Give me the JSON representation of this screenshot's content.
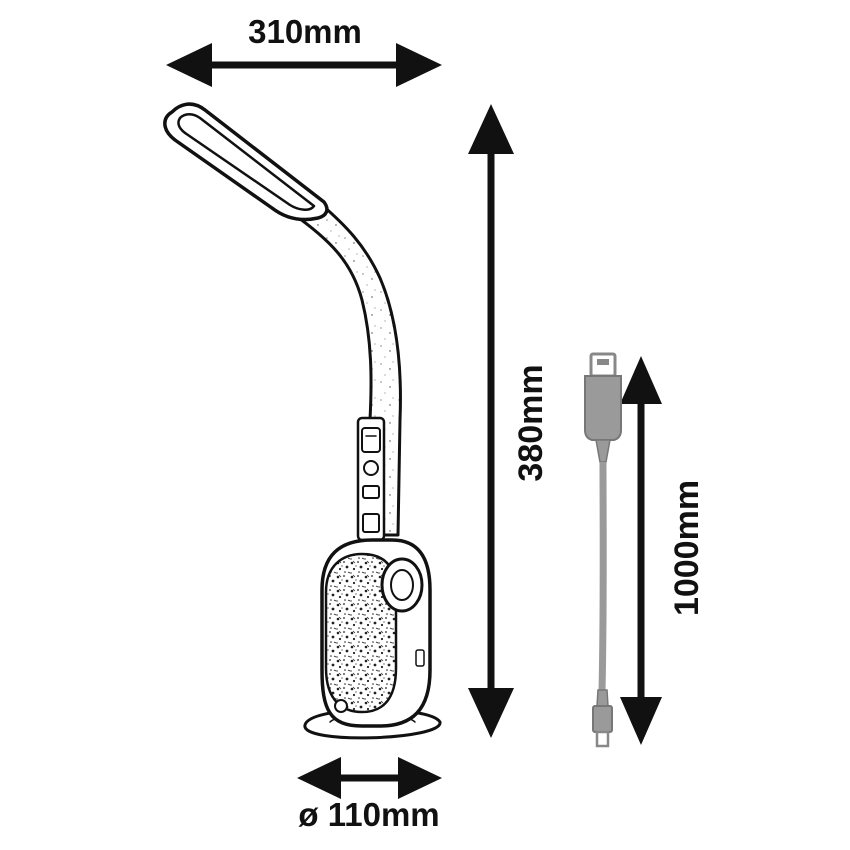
{
  "dimensions": {
    "width_label": "310mm",
    "height_label": "380mm",
    "cable_label": "1000mm",
    "base_label": "ø 110mm"
  },
  "colors": {
    "line": "#111111",
    "cable": "#9a9a9a",
    "background": "#ffffff"
  }
}
